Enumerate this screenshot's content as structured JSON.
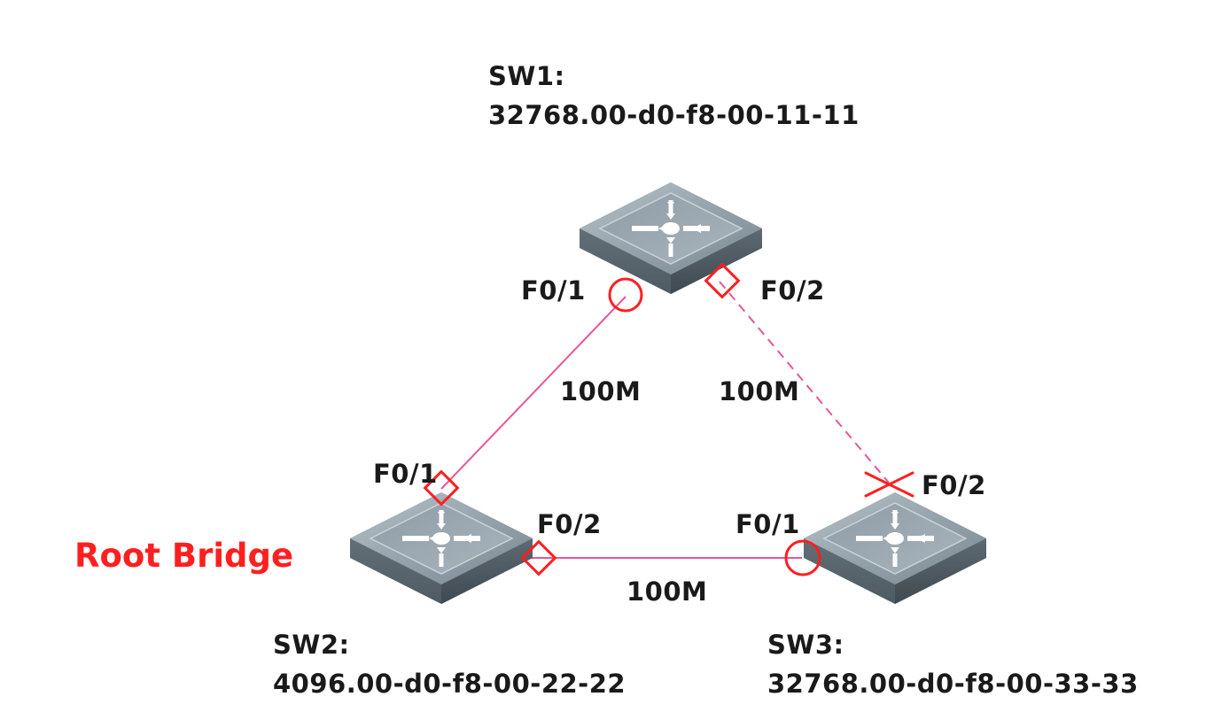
{
  "switches": {
    "sw1": {
      "name": "SW1:",
      "bridge_id": "32768.00-d0-f8-00-11-11"
    },
    "sw2": {
      "name": "SW2:",
      "bridge_id": "4096.00-d0-f8-00-22-22",
      "role": "Root Bridge"
    },
    "sw3": {
      "name": "SW3:",
      "bridge_id": "32768.00-d0-f8-00-33-33"
    }
  },
  "ports": {
    "sw1_f01": "F0/1",
    "sw1_f02": "F0/2",
    "sw2_f01": "F0/1",
    "sw2_f02": "F0/2",
    "sw3_f01": "F0/1",
    "sw3_f02": "F0/2"
  },
  "links": {
    "sw1_sw2": {
      "bandwidth": "100M",
      "state": "forwarding"
    },
    "sw1_sw3": {
      "bandwidth": "100M",
      "state": "blocked"
    },
    "sw2_sw3": {
      "bandwidth": "100M",
      "state": "forwarding"
    }
  },
  "colors": {
    "link": "#e8559a",
    "port_marker": "#ff1f1f",
    "root_label": "#ff1f1f",
    "text": "#1a1a1a",
    "switch_body": "#7d8b94"
  },
  "icons": {
    "switch": "layer3-switch-icon",
    "root_port": "circle-marker",
    "designated_port": "diamond-marker",
    "blocked_port": "x-marker"
  }
}
